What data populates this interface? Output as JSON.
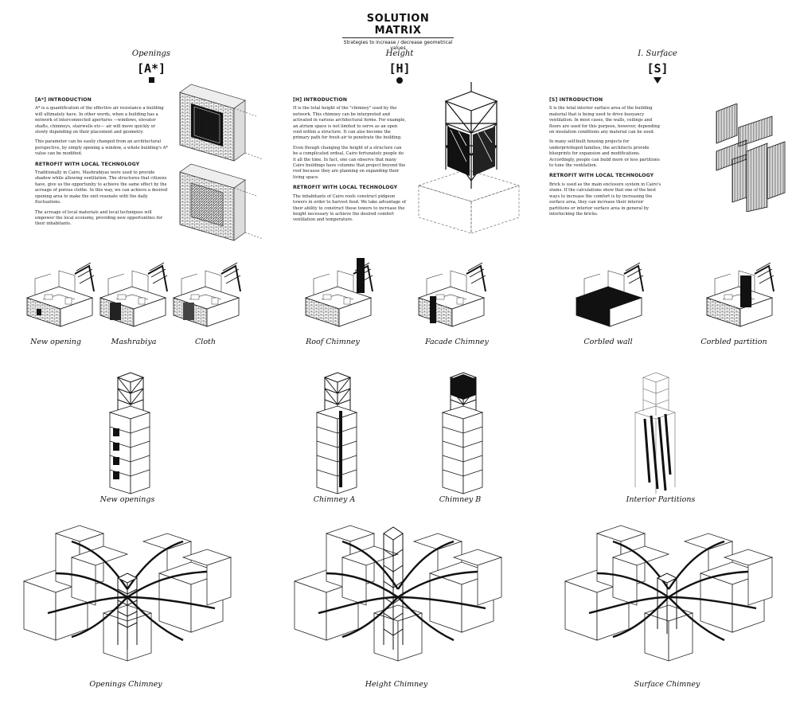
{
  "header": {
    "title": "SOLUTION MATRIX",
    "subtitle": "Strategies to increase / decrease geometrical values"
  },
  "columns": [
    {
      "caption": "Openings",
      "symbol": "[A*]",
      "marker": "square",
      "intro_heading": "[A*] INTRODUCTION",
      "intro_paragraphs": [
        "A* is a quantification of the effective air resistance a building will ultimately have. In other words, when a building has a network of interconnected apertures —windows, elevator shafts, chimneys, stairwells etc— air will move quickly or slowly depending on their placement and geometry.",
        "This parameter can be easily changed from an architectural perspective, by simply opening a window, a whole building's A* value can be modified."
      ],
      "retrofit_heading": "RETROFIT WITH LOCAL TECHNOLOGY",
      "retrofit_paragraphs": [
        "Traditionally in Cairo, Mashrabiyas were used to provide shadow while allowing ventilation. The structures that citizens have, give us the opportunity to achieve the same effect by the acreage of porous clothe. In this way, we can achieve a desired opening area to make the unit resonate with the daily fluctuations.",
        "The acreage of local materials and local techniques will empower the local economy, providing new opportunities for their inhabitants."
      ]
    },
    {
      "caption": "Height",
      "symbol": "[H]",
      "marker": "circle",
      "intro_heading": "[H] INTRODUCTION",
      "intro_paragraphs": [
        "H is the total height of the \"chimney\" used by the network. This chimney can be interpreted and activated in various architectural forms. For example, an atrium space is not limited to serve as an open void within a structure. It can also become the primary path for fresh air to penetrate the building.",
        "Even though changing the height of a structure can be a complicated ordeal, Cairo fortunately people do it all the time. In fact, one can observe that many Cairo buildings have columns that project beyond the roof because they are planning on expanding their living space."
      ],
      "retrofit_heading": "RETROFIT WITH LOCAL TECHNOLOGY",
      "retrofit_paragraphs": [
        "The inhabitants of Cairo roofs construct pidgeon towers in order to harvest food. We take advantage of their ability to construct these towers to increase the height necessary to achieve the desired comfort ventilation and temperature."
      ]
    },
    {
      "caption": "I. Surface",
      "symbol": "[S]",
      "marker": "triangle",
      "intro_heading": "[S] INTRODUCTION",
      "intro_paragraphs": [
        "S is the total interior surface area of the building material that is being used to drive buoyancy ventilation. In most cases, the walls, ceilings and floors are used for this purpose, however, depending on insulation conditions any material can be used.",
        "In many self-built housing projects for underprivileged families, the architects provide blueprints for expansion and modifications. Accordingly, people can build more or less partitions to tune the ventilation."
      ],
      "retrofit_heading": "RETROFIT WITH LOCAL TECHNOLOGY",
      "retrofit_paragraphs": [
        "Brick is used as the main enclosure system in Cairo's slums. If the calculations show that one of the best ways to increase the comfort is by increasing the surface area, they can increase their interior partitions or interior surface area in general by interlocking the bricks."
      ]
    }
  ],
  "room_labels": [
    "New opening",
    "Mashrabiya",
    "Cloth",
    "Roof Chimney",
    "Facade Chimney",
    "Corbled wall",
    "Corbled partition"
  ],
  "tower_labels": [
    "New openings",
    "Chimney A",
    "Chimney B",
    "Interior Partitions"
  ],
  "city_labels": [
    "Openings Chimney",
    "Height Chimney",
    "Surface Chimney"
  ]
}
